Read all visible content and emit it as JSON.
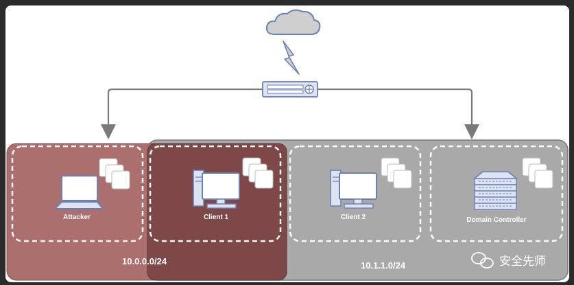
{
  "diagram": {
    "networks": [
      {
        "label": "10.0.0.0/24",
        "color": "#a76766"
      },
      {
        "label": "10.1.1.0/24",
        "color": "#a9a9a9"
      }
    ],
    "overlap_color": "#7e4848",
    "nodes": {
      "attacker": {
        "label": "Attacker",
        "icon": "laptop-icon"
      },
      "client1": {
        "label": "Client 1",
        "icon": "desktop-icon"
      },
      "client2": {
        "label": "Client 2",
        "icon": "desktop-icon"
      },
      "dc": {
        "label": "Domain Controller",
        "icon": "server-rack-icon"
      }
    },
    "top": {
      "cloud_icon": "cloud-icon",
      "link_icon": "lightning-icon",
      "router_icon": "router-icon"
    }
  },
  "watermark": {
    "text": "安全先师",
    "icon": "wechat-icon"
  }
}
